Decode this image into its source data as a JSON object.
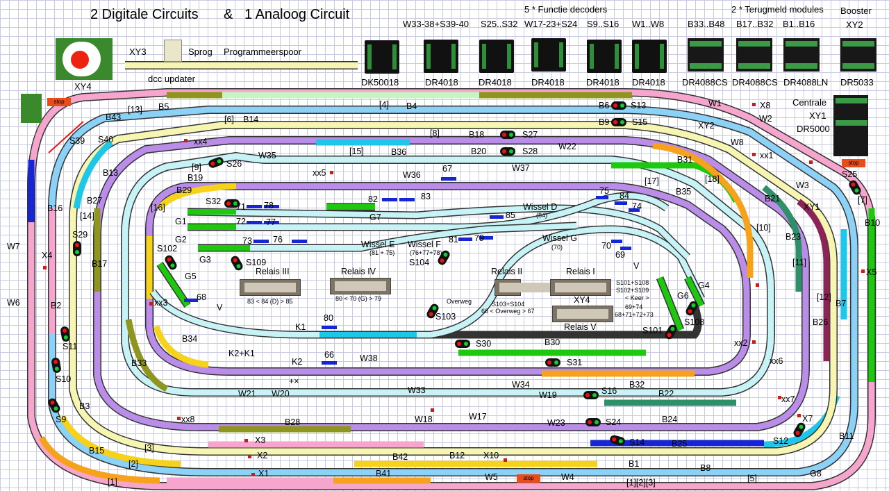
{
  "title": {
    "digital": "2 Digitale Circuits",
    "amp": "&",
    "analog": "1 Analoog Circuit"
  },
  "header": {
    "function_decoders": "5 * Functie decoders",
    "feedback_modules": "2 * Terugmeld modules",
    "booster": "Booster",
    "booster_id": "XY2",
    "centrale": "Centrale",
    "centrale_id": "XY1",
    "centrale_model": "DR5000"
  },
  "decoder_groups": [
    {
      "range": "W33-38+S39-40",
      "model": "DK50018"
    },
    {
      "range": "S25..S32",
      "model": "DR4018"
    },
    {
      "range": "W17-23+S24",
      "model": "DR4018"
    },
    {
      "range": "S9..S16",
      "model": "DR4018"
    },
    {
      "range": "W1..W8",
      "model": "DR4018"
    }
  ],
  "feedback_groups": [
    {
      "range": "B33..B48",
      "model": "DR4088CS"
    },
    {
      "range": "B17..B32",
      "model": "DR4088CS"
    },
    {
      "range": "B1..B16",
      "model": "DR4088LN"
    }
  ],
  "booster_model": "DR5033",
  "top_left": {
    "xy4": "XY4",
    "xy3": "XY3",
    "sprog": "Sprog",
    "programmeerspoor": "Programmeerspoor",
    "dcc_updater": "dcc updater"
  },
  "stop_labels": [
    "stop",
    "stop",
    "stop"
  ],
  "switches": [
    "W1",
    "W2",
    "W3",
    "W4",
    "W5",
    "W6",
    "W7",
    "W8",
    "W17",
    "W18",
    "W19",
    "W20",
    "W21",
    "W22",
    "W23",
    "W33",
    "W34",
    "W35",
    "W36",
    "W37",
    "W38"
  ],
  "signals": [
    "S9",
    "S10",
    "S11",
    "S12",
    "S13",
    "S14",
    "S15",
    "S16",
    "S24",
    "S25",
    "S26",
    "S27",
    "S28",
    "S29",
    "S30",
    "S31",
    "S32",
    "S39",
    "S40",
    "S101",
    "S102",
    "S103",
    "S104",
    "S108",
    "S109"
  ],
  "blocks": [
    "B1",
    "B2",
    "B3",
    "B4",
    "B5",
    "B6",
    "B7",
    "B8",
    "B9",
    "B10",
    "B11",
    "B12",
    "B13",
    "B14",
    "B15",
    "B16",
    "B17",
    "B18",
    "B19",
    "B20",
    "B21",
    "B22",
    "B23",
    "B24",
    "B25",
    "B26",
    "B27",
    "B28",
    "B29",
    "B30",
    "B31",
    "B32",
    "B33",
    "B34",
    "B35",
    "B36",
    "B41",
    "B42",
    "B43"
  ],
  "xs": [
    "X1",
    "X2",
    "X3",
    "X4",
    "X5",
    "X7",
    "X8",
    "X10",
    "XY1",
    "XY2",
    "xx1",
    "xx2",
    "xx3",
    "xx4",
    "xx5",
    "xx6",
    "xx7",
    "xx8",
    "G1",
    "G2",
    "G3",
    "G4",
    "G5",
    "G6",
    "G7",
    "G8",
    "K1",
    "K2",
    "K2+K1",
    "V",
    "V"
  ],
  "sections": [
    "[1]",
    "[2]",
    "[3]",
    "[4]",
    "[5]",
    "[6]",
    "[7]",
    "[8]",
    "[9]",
    "[10]",
    "[11]",
    "[12]",
    "[13]",
    "[14]",
    "[15]",
    "[16]",
    "[17]",
    "[18]",
    "[1][2][3]"
  ],
  "analog_numbers": [
    "66",
    "67",
    "68",
    "69",
    "70",
    "71",
    "72",
    "73",
    "74",
    "75",
    "76",
    "77",
    "78",
    "79",
    "80",
    "81",
    "82",
    "83",
    "84",
    "85"
  ],
  "wissels": [
    {
      "name": "Wissel D",
      "sub": "(84)"
    },
    {
      "name": "Wissel E",
      "sub": "(81 + 75)"
    },
    {
      "name": "Wissel F",
      "sub": "(76+77+78)"
    },
    {
      "name": "Wissel G",
      "sub": "(70)"
    }
  ],
  "relays": [
    {
      "name": "Relais III",
      "note": "83 < 84 (D) > 85"
    },
    {
      "name": "Relais IV",
      "note": "80 < 70 (G) > 79"
    },
    {
      "name": "Relais II",
      "note": "S103+S104",
      "note2": "66 < Overweg > 67"
    },
    {
      "name": "Relais I",
      "note": "S101+S108",
      "note2": "S102+S109",
      "note3": "< Keer >",
      "note4": "69+74",
      "note5": "68+71+72+73"
    },
    {
      "name": "Relais V",
      "tag": "XY4"
    }
  ],
  "overweg": "Overweg",
  "crossing_mark": "+×",
  "colors": {
    "lilac": "#b98de8",
    "pink": "#f6a6cc",
    "lightcyan": "#c7f3f6",
    "cyan": "#1ec6e8",
    "green": "#1ec80f",
    "olive": "#8f9620",
    "darkgreen": "#2e8f68",
    "maroon": "#8b2456",
    "orange": "#f7a21c",
    "yellow": "#f6d31a",
    "paleyellow": "#f6f6b2",
    "blue": "#1726d4",
    "lightgreen": "#c6f5c3",
    "aqua": "#8cd1f6"
  }
}
